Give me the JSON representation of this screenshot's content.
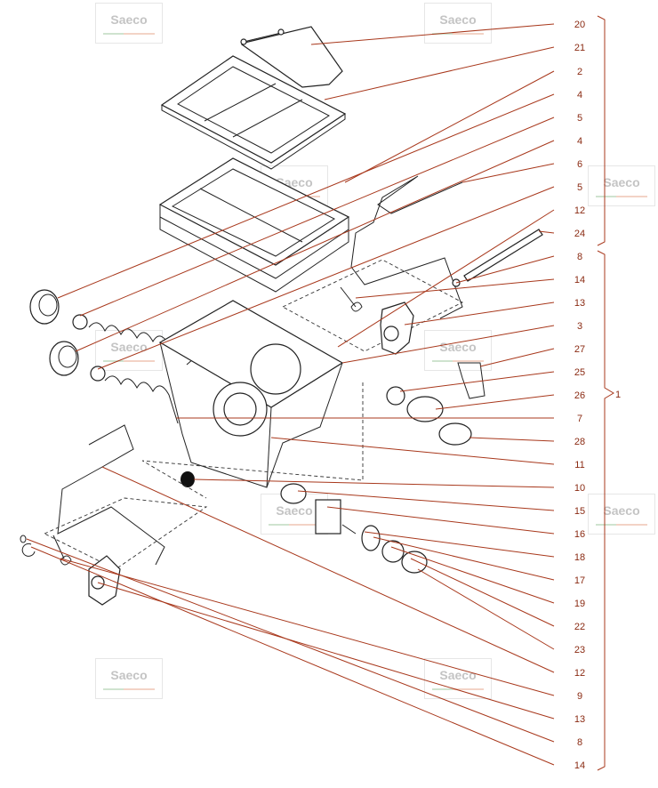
{
  "watermark": {
    "text": "Saeco"
  },
  "callouts": [
    {
      "label": "20"
    },
    {
      "label": "21"
    },
    {
      "label": "2"
    },
    {
      "label": "4"
    },
    {
      "label": "5"
    },
    {
      "label": "4"
    },
    {
      "label": "6"
    },
    {
      "label": "5"
    },
    {
      "label": "12"
    },
    {
      "label": "24"
    },
    {
      "label": "8"
    },
    {
      "label": "14"
    },
    {
      "label": "13"
    },
    {
      "label": "3"
    },
    {
      "label": "27"
    },
    {
      "label": "25"
    },
    {
      "label": "26"
    },
    {
      "label": "7"
    },
    {
      "label": "28"
    },
    {
      "label": "11"
    },
    {
      "label": "10"
    },
    {
      "label": "15"
    },
    {
      "label": "16"
    },
    {
      "label": "18"
    },
    {
      "label": "17"
    },
    {
      "label": "19"
    },
    {
      "label": "22"
    },
    {
      "label": "23"
    },
    {
      "label": "12"
    },
    {
      "label": "9"
    },
    {
      "label": "13"
    },
    {
      "label": "8"
    },
    {
      "label": "14"
    }
  ],
  "assembly": {
    "label": "1"
  }
}
